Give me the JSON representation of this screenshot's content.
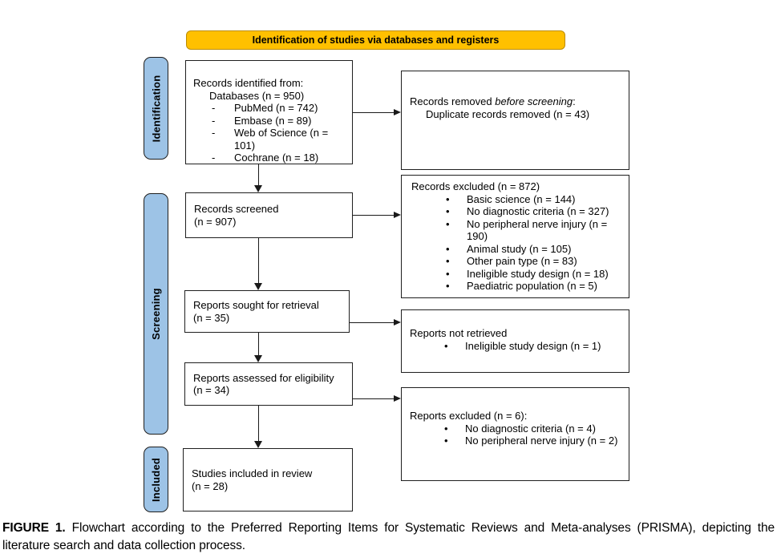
{
  "banner": {
    "title": "Identification of studies via databases and registers"
  },
  "stages": {
    "identification": "Identification",
    "screening": "Screening",
    "included": "Included"
  },
  "boxes": {
    "records_identified": {
      "line1": "Records identified from:",
      "line2": "Databases (n = 950)",
      "dash": "-",
      "items": [
        "PubMed (n = 742)",
        "Embase (n = 89)",
        "Web of Science (n = 101)",
        "Cochrane (n = 18)"
      ]
    },
    "records_removed": {
      "title_prefix": "Records removed ",
      "title_italic": "before screening",
      "title_suffix": ":",
      "detail": "Duplicate records removed (n = 43)"
    },
    "records_screened": {
      "line1": "Records screened",
      "line2": "(n = 907)"
    },
    "records_excluded": {
      "title": "Records excluded (n = 872)",
      "bullet": "•",
      "items": [
        "Basic science (n = 144)",
        "No diagnostic criteria (n = 327)",
        "No peripheral nerve injury (n = 190)",
        "Animal study (n = 105)",
        "Other pain type (n = 83)",
        "Ineligible study design (n = 18)",
        "Paediatric population (n = 5)"
      ]
    },
    "reports_sought": {
      "line1": "Reports sought for retrieval",
      "line2": "(n = 35)"
    },
    "reports_not_retrieved": {
      "title": "Reports not retrieved",
      "bullet": "•",
      "items": [
        "Ineligible study design (n = 1)"
      ]
    },
    "reports_assessed": {
      "line1": "Reports assessed for eligibility",
      "line2": "(n = 34)"
    },
    "reports_excluded": {
      "title": "Reports excluded (n = 6):",
      "bullet": "•",
      "items": [
        "No diagnostic criteria (n = 4)",
        "No peripheral nerve injury (n = 2)"
      ]
    },
    "studies_included": {
      "line1": "Studies included in review",
      "line2": "(n = 28)"
    }
  },
  "caption": {
    "label": "FIGURE 1.",
    "text": "Flowchart according to the Preferred Reporting Items for Systematic Reviews and Meta-analyses (PRISMA), depicting the literature search and data collection process."
  },
  "colors": {
    "banner_fill": "#FFC000",
    "banner_border": "#BC8C00",
    "stage_fill": "#9DC3E6",
    "box_border": "#1F1F1F",
    "arrow": "#1A1A1A",
    "background": "#FFFFFF"
  }
}
